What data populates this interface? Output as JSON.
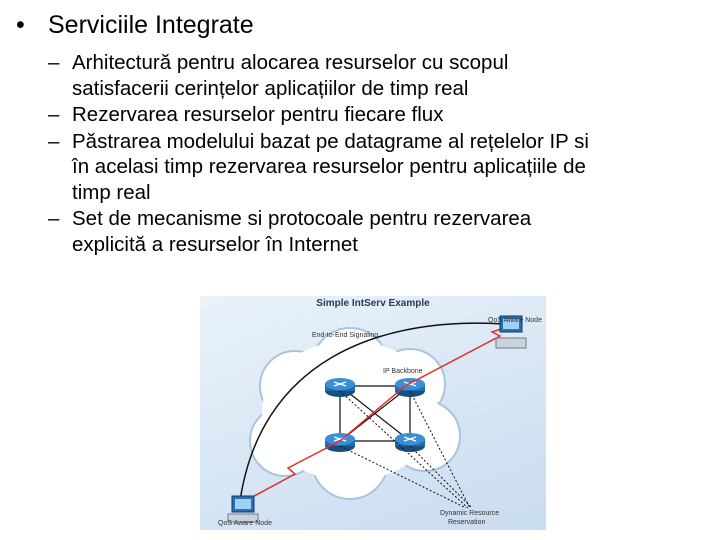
{
  "slide": {
    "bullet_glyph": "•",
    "dash_glyph": "–",
    "title": "Serviciile Integrate",
    "items": [
      {
        "lines": [
          "Arhitectură pentru alocarea resurselor cu scopul",
          "satisfacerii cerințelor aplicațiilor de timp real"
        ]
      },
      {
        "lines": [
          "Rezervarea resurselor pentru fiecare flux"
        ]
      },
      {
        "lines": [
          "Păstrarea modelului bazat pe datagrame al rețelelor IP si",
          "în acelasi timp rezervarea resurselor pentru aplicațiile de",
          "timp real"
        ]
      },
      {
        "lines": [
          "Set de mecanisme si protocoale pentru rezervarea",
          "explicită a resurselor în Internet"
        ]
      }
    ]
  },
  "diagram": {
    "title": "Simple IntServ Example",
    "signaling_label": "End-to-End Signaling",
    "backbone_label": "IP Backbone",
    "node_top_label": "QoS Aware Node",
    "node_bottom_label": "QoS Aware Node",
    "reservation_label_1": "Dynamic Resource",
    "reservation_label_2": "Reservation",
    "signal_color": "#e0302a",
    "router_color": "#1f6fb0",
    "icons": [
      "router-icon",
      "computer-icon"
    ]
  }
}
